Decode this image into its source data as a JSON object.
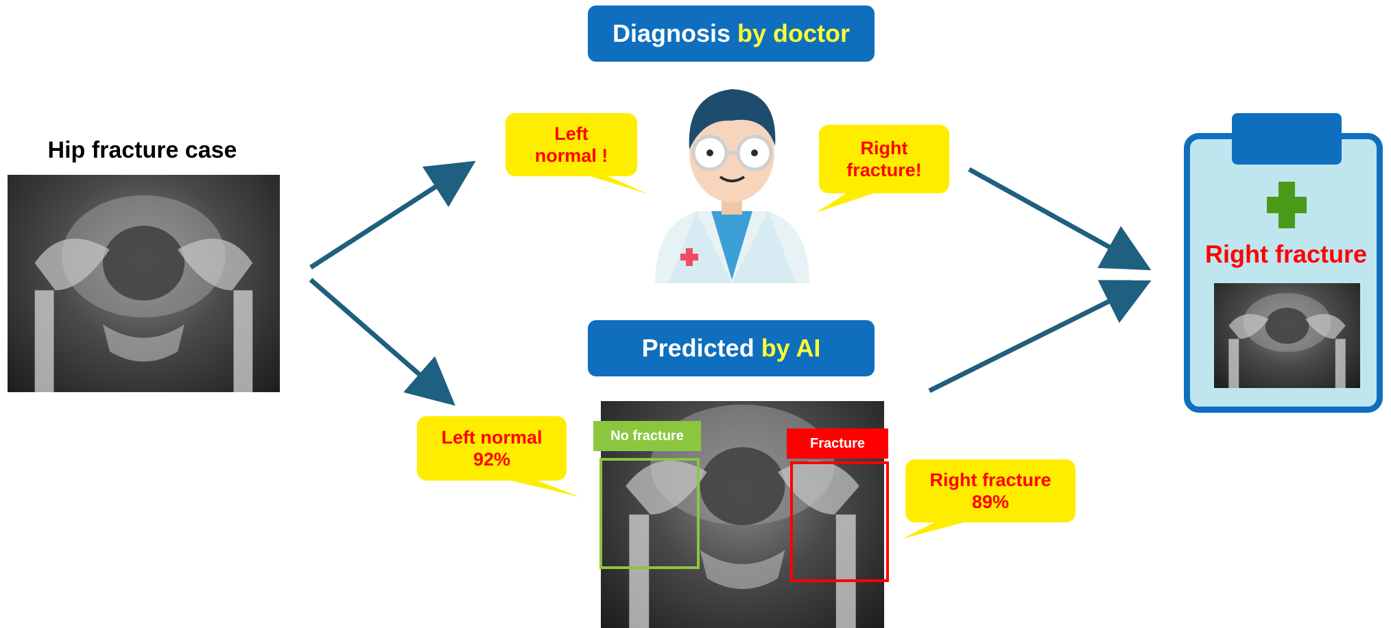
{
  "case": {
    "title": "Hip fracture case"
  },
  "doctor": {
    "header_main": "Diagnosis",
    "header_highlight": "by doctor",
    "left_bubble_line1": "Left",
    "left_bubble_line2": "normal !",
    "right_bubble_line1": "Right",
    "right_bubble_line2": "fracture!"
  },
  "ai": {
    "header_main": "Predicted",
    "header_highlight": "by AI",
    "left_bubble_line1": "Left normal",
    "left_bubble_line2": "92%",
    "right_bubble_line1": "Right fracture",
    "right_bubble_line2": "89%",
    "left_box_label": "No fracture",
    "right_box_label": "Fracture"
  },
  "result": {
    "title": "Right fracture"
  },
  "colors": {
    "header_blue": "#0f6fbe",
    "highlight_yellow": "#ffff33",
    "bubble_yellow": "#ffed00",
    "alert_red": "#ff0000",
    "normal_green": "#8cc63f",
    "arrow_blue": "#1f5f7f",
    "clipboard_blue": "#0f6fbe",
    "clipboard_bg": "#bfe6ef",
    "medical_cross_green": "#4a9a1a"
  },
  "icons": {
    "doctor": "doctor-avatar-icon",
    "clipboard": "medical-clipboard-icon",
    "cross": "medical-cross-icon"
  }
}
